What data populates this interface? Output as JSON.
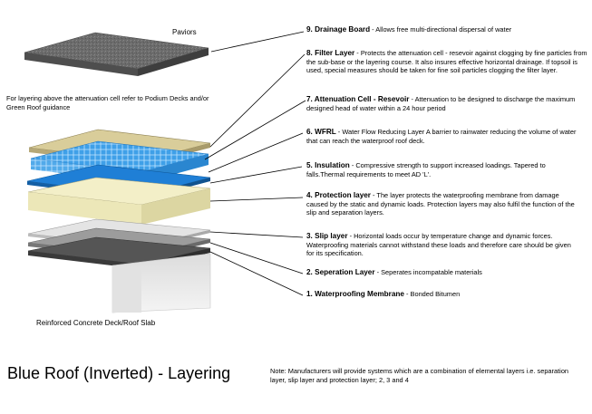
{
  "diagram": {
    "title": "Blue Roof (Inverted) - Layering",
    "pavers_label": "Paviors",
    "note_left": "For layering above the attenuation cell refer to Podium Decks and/or Green Roof guidance",
    "slab_label": "Reinforced Concrete Deck/Roof Slab",
    "footnote": "Note: Manufacturers will provide systems which are a combination of elemental layers i.e. separation layer, slip layer and protection layer;  2, 3 and 4",
    "layers": [
      {
        "name": "9. Drainage Board",
        "desc": " - Allows free multi-directional dispersal of water"
      },
      {
        "name": "8. Filter Layer",
        "desc": " - Protects the attenuation cell - resevoir against clogging by fine particles from the sub-base or the layering course. It also insures effective horizontal drainage. If topsoil is used, special measures should be taken for fine soil particles clogging the filter layer."
      },
      {
        "name": "7. Attenuation Cell - Resevoir",
        "desc": " - Attenuation to be designed to discharge the maximum designed head of water within a 24 hour period"
      },
      {
        "name": "6. WFRL",
        "desc": " - Water Flow Reducing Layer A barrier to rainwater reducing the volume of water that can reach the waterproof roof deck."
      },
      {
        "name": "5. Insulation",
        "desc": " - Compressive strength to support increased loadings. Tapered to falls.Thermal requirements  to meet AD 'L'."
      },
      {
        "name": "4. Protection layer",
        "desc": " - The layer protects the waterproofing membrane from damage caused by the static and dynamic  loads. Protection layers may also fulfil the function of the slip and separation layers."
      },
      {
        "name": "3. Slip layer",
        "desc": " - Horizontal loads occur by temperature change and dynamic forces. Waterproofing materials cannot withstand these loads and therefore care should be given for its specification."
      },
      {
        "name": "2. Seperation Layer",
        "desc": " - Seperates incompatable materials"
      },
      {
        "name": "1. Waterproofing Membrane",
        "desc": " - Bonded Bitumen"
      }
    ]
  }
}
